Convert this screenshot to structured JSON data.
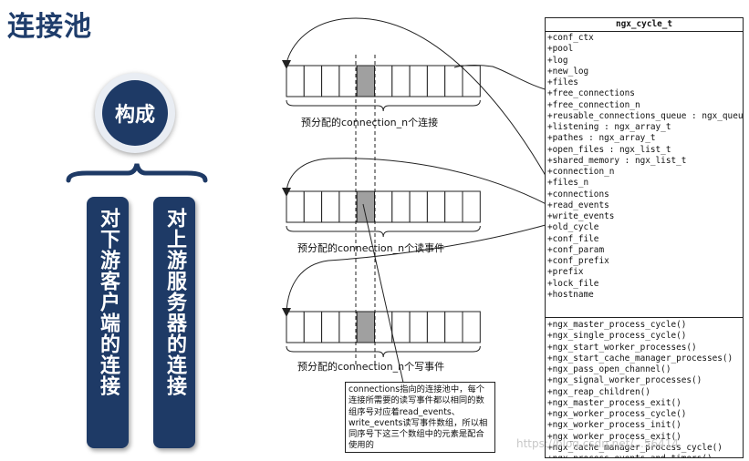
{
  "title": "连接池",
  "composition_label": "构成",
  "left_box": "对下游客户端的连接",
  "right_box": "对上游服务器的连接",
  "captions": [
    "预分配的connection_n个连接",
    "预分配的connection_n个读事件",
    "预分配的connection_n个写事件"
  ],
  "uml": {
    "class_name": "ngx_cycle_t",
    "attributes": [
      "+conf_ctx",
      "+pool",
      "+log",
      "+new_log",
      "+files",
      "+free_connections",
      "+free_connection_n",
      "+reusable_connections_queue : ngx_queue_s",
      "+listening : ngx_array_t",
      "+pathes : ngx_array_t",
      "+open_files : ngx_list_t",
      "+shared_memory : ngx_list_t",
      "+connection_n",
      "+files_n",
      "+connections",
      "+read_events",
      "+write_events",
      "+old_cycle",
      "+conf_file",
      "+conf_param",
      "+conf_prefix",
      "+prefix",
      "+lock_file",
      "+hostname"
    ],
    "methods": [
      "+ngx_master_process_cycle()",
      "+ngx_single_process_cycle()",
      "+ngx_start_worker_processes()",
      "+ngx_start_cache_manager_processes()",
      "+ngx_pass_open_channel()",
      "+ngx_signal_worker_processes()",
      "+ngx_reap_children()",
      "+ngx_master_process_exit()",
      "+ngx_worker_process_cycle()",
      "+ngx_worker_process_init()",
      "+ngx_worker_process_exit()",
      "+ngx_cache_manager_process_cycle()",
      "+ngx_process_events_and_timers()"
    ]
  },
  "note": "connections指向的连接池中，每个连接所需要的读写事件都以相同的数组序号对应着read_events、write_events读写事件数组，所以相同序号下这三个数组中的元素是配合使用的",
  "watermark": "https://blog.csdn.net/...56414",
  "colors": {
    "navy": "#1e3a66",
    "highlight_cell": "#a0a0a0"
  }
}
